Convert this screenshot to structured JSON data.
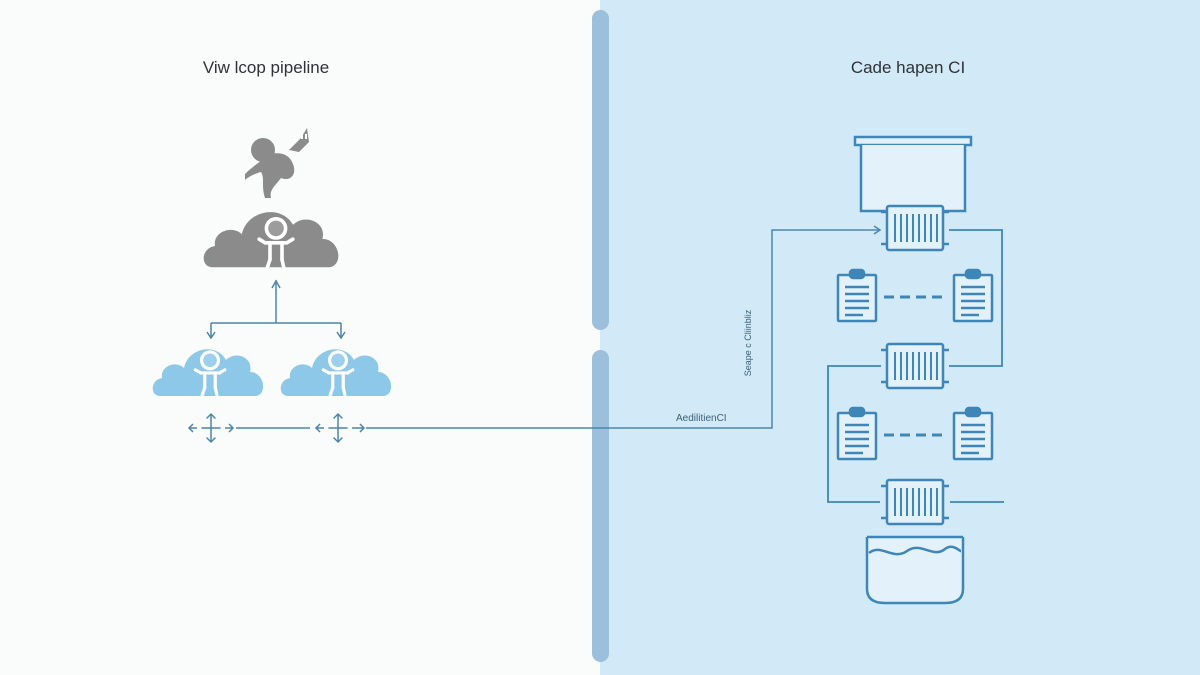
{
  "left_panel": {
    "title": "Viw lcop pipeline",
    "background": "#fafbfb",
    "nodes": [
      {
        "id": "top-figure",
        "icon": "person-climbing-icon",
        "color": "#8b8b8b"
      },
      {
        "id": "top-cloud",
        "icon": "cloud-person-icon",
        "color": "#8b8b8b"
      },
      {
        "id": "cloud-left",
        "icon": "cloud-person-icon",
        "color": "#8ec8e8"
      },
      {
        "id": "cloud-right",
        "icon": "cloud-person-icon",
        "color": "#8ec8e8"
      }
    ],
    "connector_color": "#4d86ad"
  },
  "right_panel": {
    "title": "Cade hapen CI",
    "background": "#d2e9f7",
    "edge_label": "AedilitienCI",
    "vertical_label": "Seape c Cliinbliz",
    "nodes": [
      {
        "id": "top-bin",
        "icon": "bin-icon"
      },
      {
        "id": "server-1",
        "icon": "server-rack-icon"
      },
      {
        "id": "doc-pair-1",
        "icon": "clipboard-icon"
      },
      {
        "id": "server-2",
        "icon": "server-rack-icon"
      },
      {
        "id": "doc-pair-2",
        "icon": "clipboard-icon"
      },
      {
        "id": "server-3",
        "icon": "server-rack-icon"
      },
      {
        "id": "water-tank",
        "icon": "water-tank-icon"
      }
    ],
    "stroke_color": "#3e86b8"
  },
  "divider_color": "#9cc0db"
}
